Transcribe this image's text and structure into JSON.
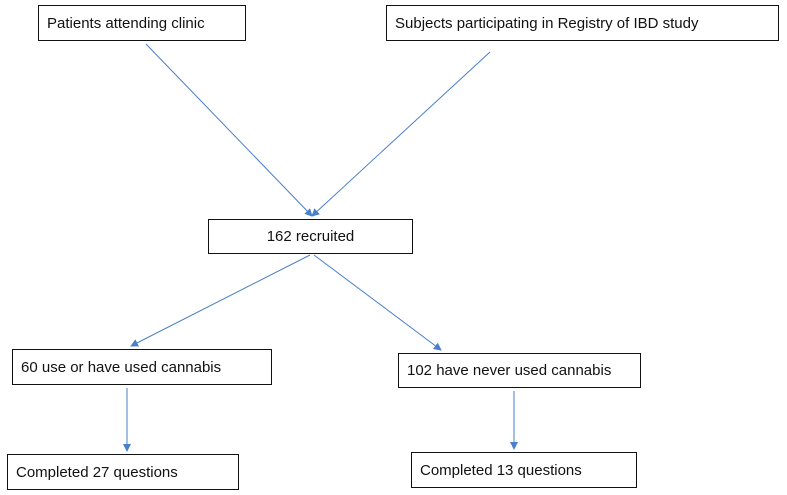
{
  "diagram": {
    "nodes": {
      "clinic": "Patients attending clinic",
      "registry": "Subjects participating in Registry of IBD study",
      "recruited": "162 recruited",
      "used": "60 use or have used cannabis",
      "never": "102 have never used cannabis",
      "q27": "Completed 27 questions",
      "q13": "Completed 13 questions"
    },
    "edges": [
      {
        "from": "clinic",
        "to": "recruited"
      },
      {
        "from": "registry",
        "to": "recruited"
      },
      {
        "from": "recruited",
        "to": "used"
      },
      {
        "from": "recruited",
        "to": "never"
      },
      {
        "from": "used",
        "to": "q27"
      },
      {
        "from": "never",
        "to": "q13"
      }
    ],
    "arrow_color": "#4a7fc9",
    "box_border_color": "#111111"
  }
}
